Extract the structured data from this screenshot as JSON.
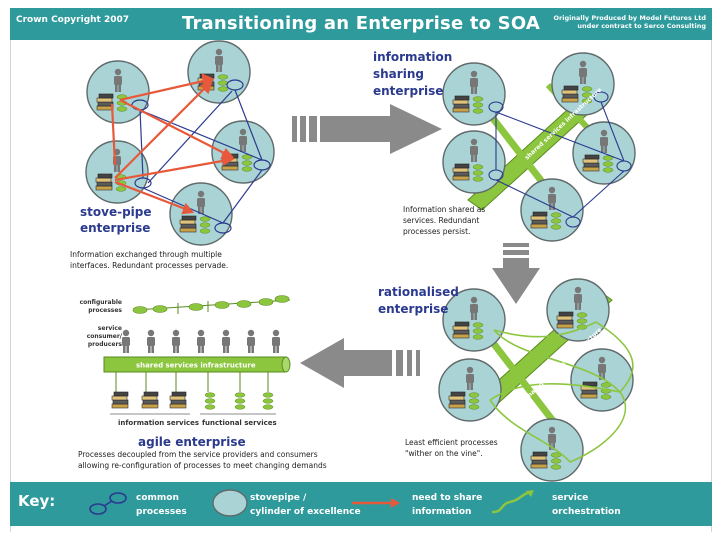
{
  "header": {
    "copyright": "Crown Copyright 2007",
    "title": "Transitioning an Enterprise to SOA",
    "credit_line1": "Originally Produced by Model Futures Ltd",
    "credit_line2": "under contract to Serco Consulting"
  },
  "panels": {
    "stovepipe": {
      "heading_line1": "stove-pipe",
      "heading_line2": "enterprise",
      "desc_line1": "Information exchanged through multiple",
      "desc_line2": "interfaces. Redundant processes pervade."
    },
    "info_sharing": {
      "heading_line1": "information",
      "heading_line2": "sharing",
      "heading_line3": "enterprise",
      "desc_line1": "Information shared as",
      "desc_line2": "services. Redundant",
      "desc_line3": "processes persist.",
      "bar_label": "shared services infrastructure"
    },
    "rationalised": {
      "heading_line1": "rationalised",
      "heading_line2": "enterprise",
      "desc_line1": "Least efficient processes",
      "desc_line2": "\"wither on the vine\".",
      "bar_label": "shared services infrastructure"
    },
    "agile": {
      "label_configurable_1": "configurable",
      "label_configurable_2": "processes",
      "label_service_1": "service",
      "label_service_2": "consumer/",
      "label_service_3": "producers",
      "bar_label": "shared services infrastructure",
      "info_services": "information services",
      "functional_services": "functional services",
      "heading": "agile enterprise",
      "desc_line1": "Processes decoupled from the service providers and consumers",
      "desc_line2": "allowing re-configuration of processes to meet changing demands"
    }
  },
  "key": {
    "title": "Key:",
    "items": [
      {
        "line1": "common",
        "line2": "processes"
      },
      {
        "line1": "stovepipe /",
        "line2": "cylinder of excellence"
      },
      {
        "line1": "need to share",
        "line2": "information"
      },
      {
        "line1": "service",
        "line2": "orchestration"
      }
    ]
  },
  "colors": {
    "teal": "#2e9a9c",
    "navy": "#2b3a8f",
    "cylinder": "#a9d3d5",
    "arrow_orange": "#e8583a",
    "lime": "#8cc63f",
    "grey_arrow": "#8a8a8a"
  }
}
